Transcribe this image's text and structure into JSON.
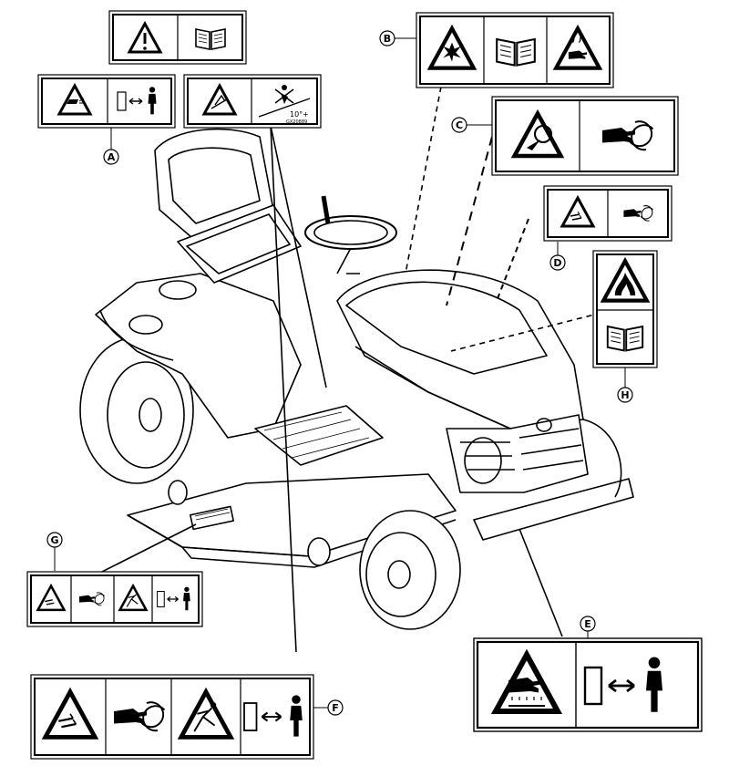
{
  "callouts": {
    "a": "A",
    "b": "B",
    "c": "C",
    "d": "D",
    "e": "E",
    "f": "F",
    "g": "G",
    "h": "H"
  },
  "decal_text": {
    "slope_label": "10°+",
    "slope_code": "GX20889"
  },
  "icons": {
    "warning": "warning-triangle-icon",
    "manual": "open-book-icon",
    "keep_away": "keep-distance-icon",
    "thrown_objects": "thrown-objects-icon",
    "blade": "rotating-blade-icon",
    "fire": "fire-hazard-icon",
    "hot": "hot-surface-icon",
    "tipping": "tipping-hazard-icon"
  }
}
